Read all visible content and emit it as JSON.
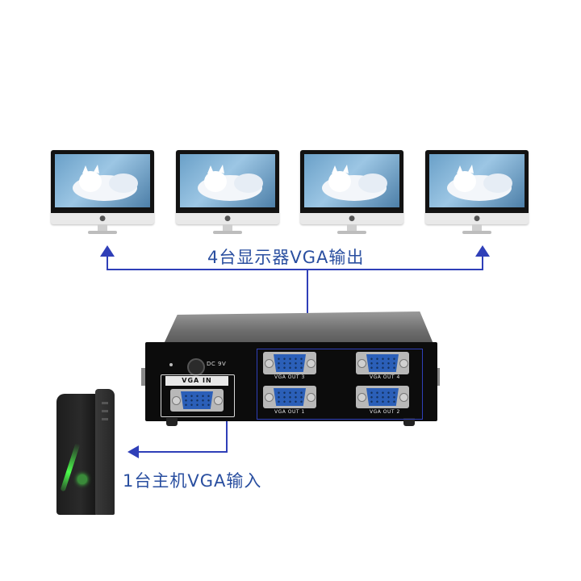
{
  "labels": {
    "outputs": "4台显示器VGA输出",
    "input": "1台主机VGA输入"
  },
  "splitter": {
    "dc_label": "DC 9V",
    "vga_in_label": "VGA IN",
    "ports": [
      {
        "label": "VGA OUT 3"
      },
      {
        "label": "VGA OUT 4"
      },
      {
        "label": "VGA OUT 1"
      },
      {
        "label": "VGA OUT 2"
      }
    ]
  },
  "colors": {
    "line": "#2f3fb8",
    "label_text": "#2a4fa0",
    "vga_blue": "#2b5fb8"
  },
  "icons": {
    "monitor_logo": "apple-logo-icon",
    "arrow": "arrow-head-icon"
  }
}
